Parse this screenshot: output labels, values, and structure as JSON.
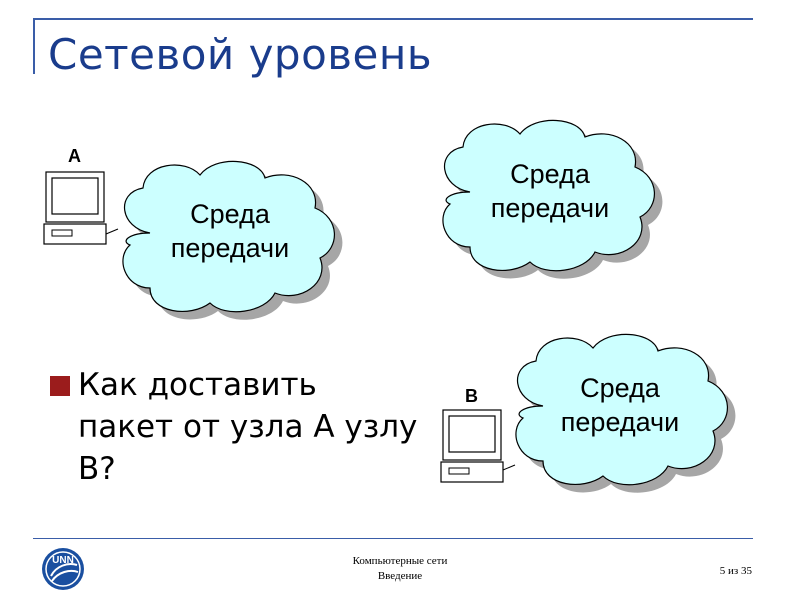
{
  "slide": {
    "title": "Сетевой уровень"
  },
  "diagram": {
    "node_a_label": "A",
    "node_b_label": "B",
    "cloud_1": {
      "line1": "Среда",
      "line2": "передачи"
    },
    "cloud_2": {
      "line1": "Среда",
      "line2": "передачи"
    },
    "cloud_3": {
      "line1": "Среда",
      "line2": "передачи"
    },
    "cloud_fill": "#ccffff",
    "cloud_shadow": "#a6a6a6"
  },
  "bullet": {
    "text": "Как доставить пакет от узла A узлу B?",
    "color": "#9b1c1c"
  },
  "footer": {
    "course": "Компьютерные сети",
    "section": "Введение",
    "page": "5 из 35"
  },
  "logo": {
    "icon": "unn-logo-icon",
    "text": "UNN"
  },
  "accent_color": "#3a5da8"
}
